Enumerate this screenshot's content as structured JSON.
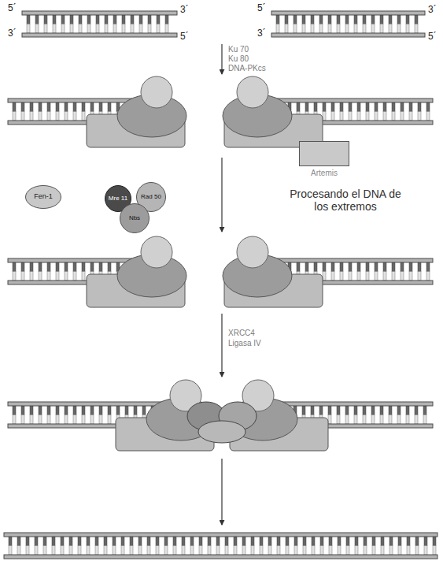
{
  "diagram": {
    "nodes": [
      {
        "text": [
          "Fen-1"
        ]
      },
      {
        "text": [
          "Mre 11"
        ]
      },
      {
        "text": [
          "Rad 50"
        ]
      },
      {
        "text": [
          "Nbs"
        ]
      },
      {
        "text": [
          "Artemis"
        ]
      }
    ],
    "labels": [
      "5´",
      "3´",
      "3´",
      "5´",
      "5´",
      "3´",
      "3´",
      "5´",
      "Ku 70",
      "Ku 80",
      "DNA-PKcs",
      "Procesando el DNA de los extremos",
      "XRCC4",
      "Ligasa IV"
    ]
  }
}
